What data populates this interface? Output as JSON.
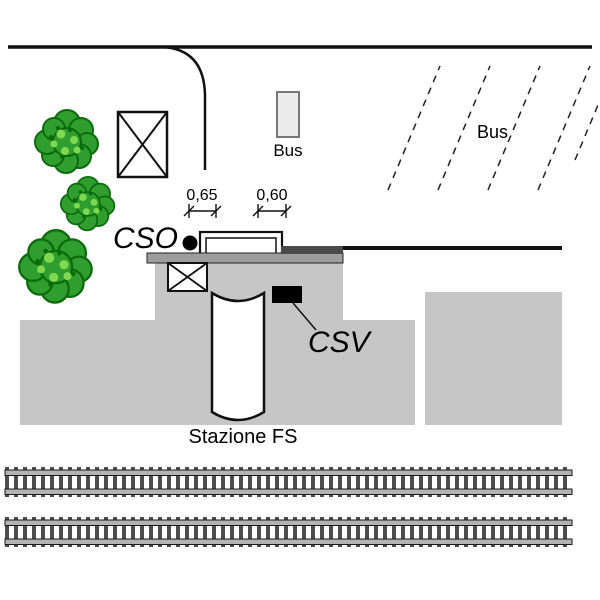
{
  "labels": {
    "bus_stop": "Bus",
    "bus_area": "Bus",
    "dim_left": "0,65",
    "dim_right": "0,60",
    "cso": "CSO",
    "csv": "CSV",
    "station": "Stazione FS"
  },
  "colors": {
    "building": "#c6c6c6",
    "platform": "#9d9d9d",
    "tree_green": "#2f9e2f",
    "tree_dark": "#0b6b0b",
    "tree_light": "#7fd84f"
  }
}
